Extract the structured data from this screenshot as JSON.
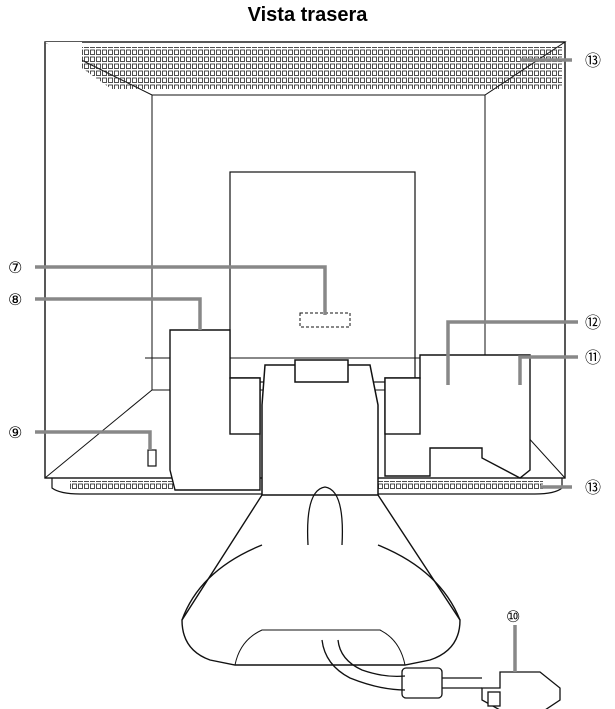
{
  "title": "Vista trasera",
  "callouts": [
    {
      "id": "c7",
      "label": "⑦"
    },
    {
      "id": "c8",
      "label": "⑧"
    },
    {
      "id": "c9",
      "label": "⑨"
    },
    {
      "id": "c10",
      "label": "⑩"
    },
    {
      "id": "c11",
      "label": "⑪"
    },
    {
      "id": "c12",
      "label": "⑫"
    },
    {
      "id": "c13a",
      "label": "⑬"
    },
    {
      "id": "c13b",
      "label": "⑬"
    }
  ]
}
